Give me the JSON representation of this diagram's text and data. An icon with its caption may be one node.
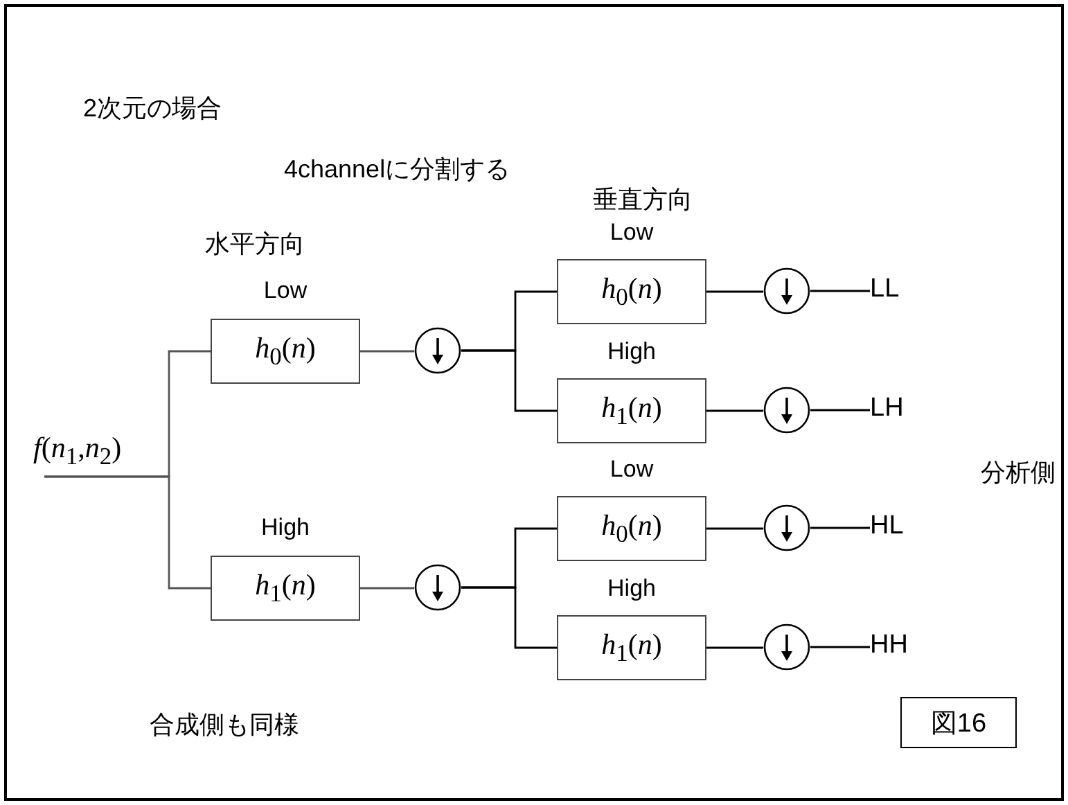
{
  "diagram": {
    "nodes": [
      {
        "text": [
          "*f*(*n*$_{1}$,*n*$_{2}$)"
        ]
      },
      {
        "text": [
          "Low",
          "*h*$_{0}$(*n*)"
        ]
      },
      {
        "text": [
          "High",
          "*h*$_{1}$(*n*)"
        ]
      },
      {
        "text": [],
        "shape": "circle"
      },
      {
        "text": [],
        "shape": "circle"
      },
      {
        "text": [
          "Low",
          "*h*$_{0}$(*n*)"
        ]
      },
      {
        "text": [
          "High",
          "*h*$_{1}$(*n*)"
        ]
      },
      {
        "text": [
          "Low",
          "*h*$_{0}$(*n*)"
        ]
      },
      {
        "text": [
          "High",
          "*h*$_{1}$(*n*)"
        ]
      },
      {
        "text": [],
        "shape": "circle"
      },
      {
        "text": [],
        "shape": "circle"
      },
      {
        "text": [],
        "shape": "circle"
      },
      {
        "text": [],
        "shape": "circle"
      },
      {
        "text": [
          "LL"
        ]
      },
      {
        "text": [
          "LH"
        ]
      },
      {
        "text": [
          "HL"
        ]
      },
      {
        "text": [
          "HH"
        ]
      },
      {
        "text": [
          "図16"
        ]
      }
    ],
    "edges": [
      {
        "from": 0,
        "to": 1,
        "arrow": "none"
      },
      {
        "from": 0,
        "to": 2,
        "arrow": "none"
      },
      {
        "from": 1,
        "to": 3,
        "arrow": "none"
      },
      {
        "from": 2,
        "to": 4,
        "arrow": "none"
      },
      {
        "from": 3,
        "to": 5,
        "arrow": "none"
      },
      {
        "from": 3,
        "to": 6,
        "arrow": "none"
      },
      {
        "from": 4,
        "to": 7,
        "arrow": "none"
      },
      {
        "from": 4,
        "to": 8,
        "arrow": "none"
      },
      {
        "from": 5,
        "to": 9,
        "arrow": "none"
      },
      {
        "from": 6,
        "to": 10,
        "arrow": "none"
      },
      {
        "from": 7,
        "to": 11,
        "arrow": "none"
      },
      {
        "from": 8,
        "to": 12,
        "arrow": "none"
      },
      {
        "from": 9,
        "to": 13,
        "arrow": "none"
      },
      {
        "from": 10,
        "to": 14,
        "arrow": "none"
      },
      {
        "from": 11,
        "to": 15,
        "arrow": "none"
      },
      {
        "from": 12,
        "to": 16,
        "arrow": "none"
      }
    ],
    "labels": [
      "2次元の場合",
      "4channelに分割する",
      "垂直方向",
      "水平方向",
      "分析側",
      "合成側も同様"
    ]
  }
}
